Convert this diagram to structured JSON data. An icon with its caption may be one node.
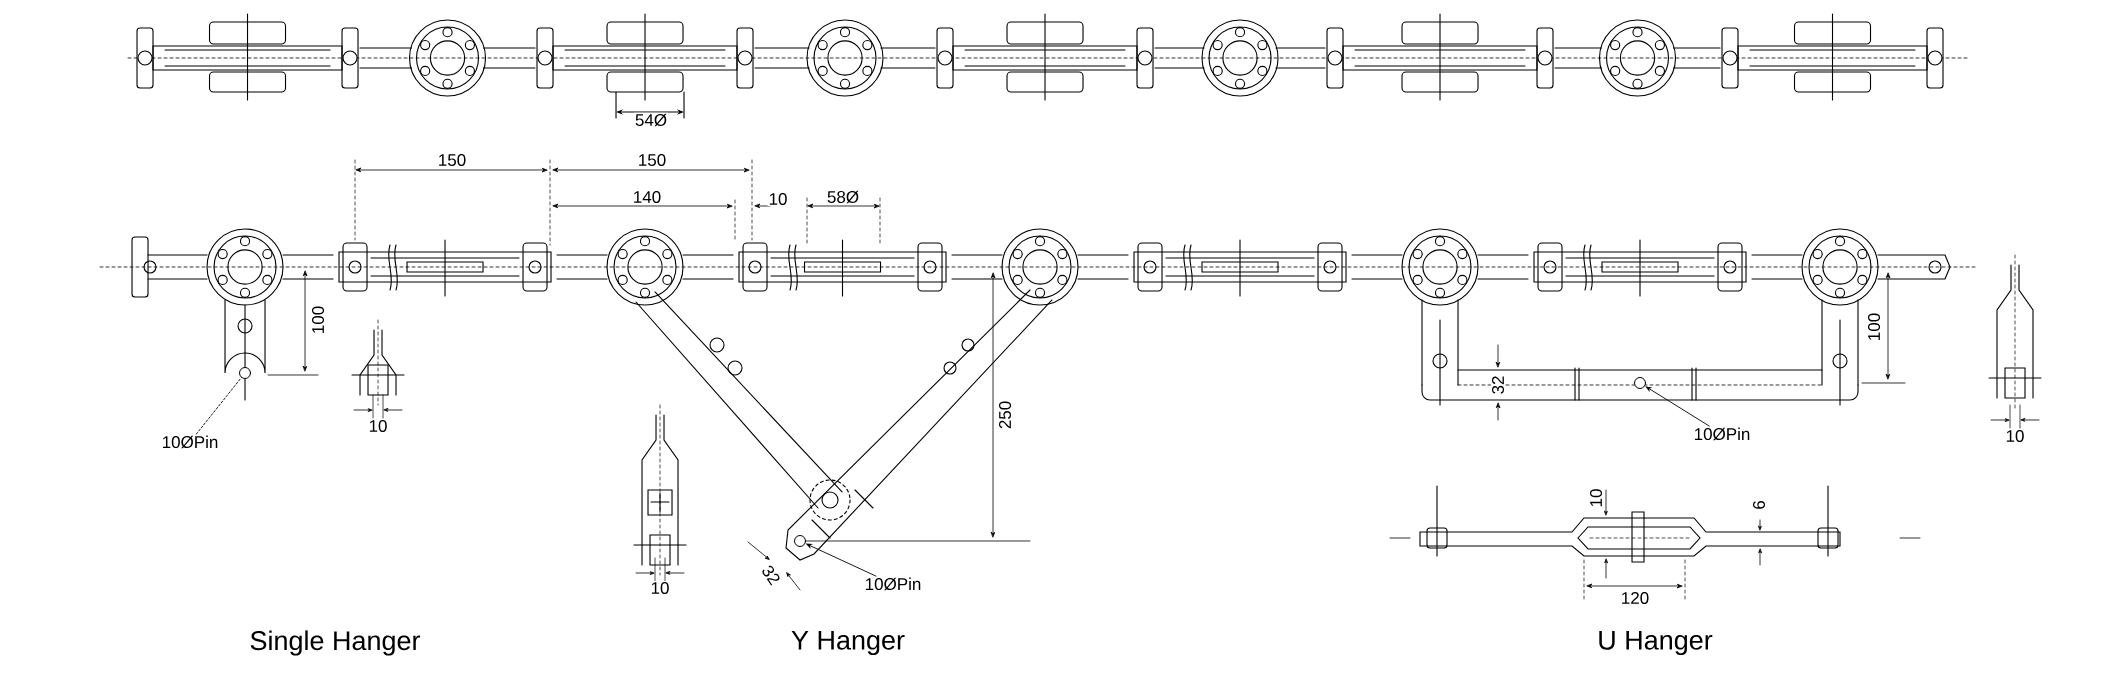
{
  "diagram": {
    "nodes": [
      {
        "text": [
          "10ØPin"
        ]
      },
      {
        "text": [],
        "shape": "circle"
      },
      {
        "text": [
          "10ØPin"
        ]
      },
      {
        "text": [],
        "shape": "circle"
      },
      {
        "text": [
          "10ØPin"
        ]
      },
      {
        "text": [],
        "shape": "circle"
      }
    ],
    "edges": [
      {
        "from": 0,
        "to": 1,
        "arrow": "none",
        "style": "dashed"
      },
      {
        "from": 2,
        "to": 3,
        "arrow": "to"
      },
      {
        "from": 4,
        "to": 5,
        "arrow": "to"
      }
    ],
    "labels": [
      "54Ø",
      "150",
      "150",
      "140",
      "10",
      "58Ø",
      "100",
      "250",
      "100",
      "32",
      "10",
      "10",
      "10",
      "32",
      "10",
      "6",
      "120",
      "Single Hanger",
      "Y Hanger",
      "U Hanger"
    ]
  }
}
